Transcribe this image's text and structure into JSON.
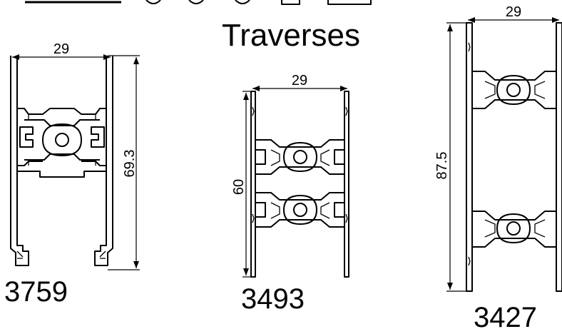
{
  "title": "Traverses",
  "profiles": [
    {
      "code": "3759",
      "width_dim": "29",
      "height_dim": "69.3"
    },
    {
      "code": "3493",
      "width_dim": "29",
      "height_dim": "60"
    },
    {
      "code": "3427",
      "width_dim": "29",
      "height_dim": "87.5"
    }
  ]
}
